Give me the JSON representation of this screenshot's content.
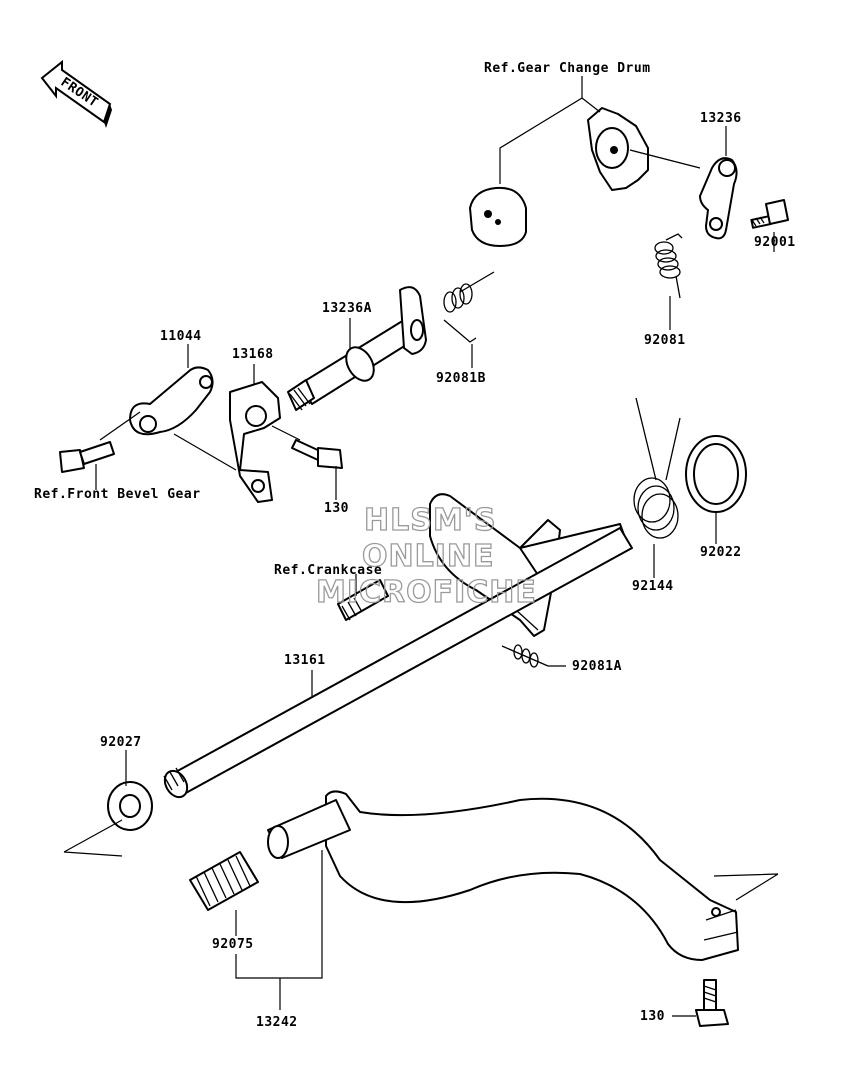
{
  "diagram": {
    "labels": {
      "ref_gear_change_drum": "Ref.Gear Change Drum",
      "p13236": "13236",
      "p92001": "92001",
      "p92081": "92081",
      "p13236A": "13236A",
      "p92081B": "92081B",
      "p11044": "11044",
      "p13168": "13168",
      "ref_front_bevel_gear": "Ref.Front Bevel Gear",
      "p130_upper": "130",
      "p92022": "92022",
      "p92144": "92144",
      "ref_crankcase": "Ref.Crankcase",
      "p92081A": "92081A",
      "p13161": "13161",
      "p92027": "92027",
      "p92075": "92075",
      "p13242": "13242",
      "p130_lower": "130"
    },
    "front_arrow": "FRONT",
    "watermark": [
      "HLSM'S",
      "ONLINE",
      "MICROFICHE"
    ]
  }
}
